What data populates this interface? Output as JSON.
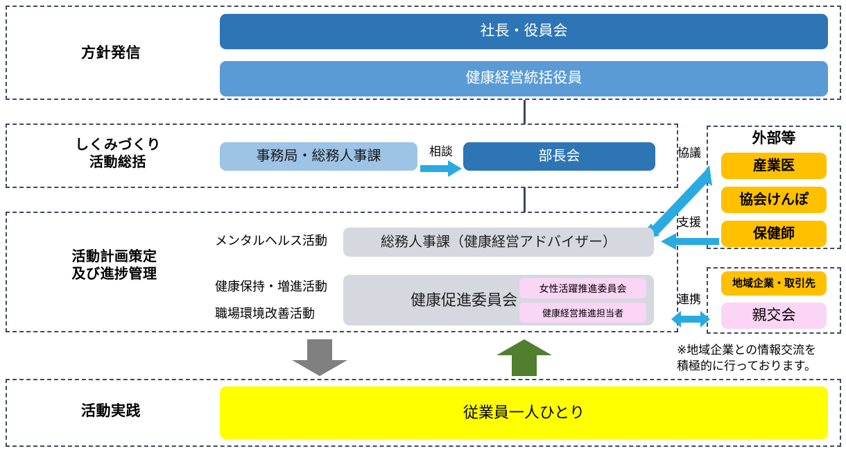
{
  "diagram": {
    "title_rows": [
      {
        "name": "policy",
        "label": "方針発信"
      },
      {
        "name": "system-building",
        "label": "しくみづくり\n活動総括"
      },
      {
        "name": "planning",
        "label": "活動計画策定\n及び進捗管理"
      },
      {
        "name": "practice",
        "label": "活動実践"
      }
    ],
    "policy_row": {
      "boxes": [
        {
          "name": "president-board",
          "label": "社長・役員会",
          "color": "#2e75b6"
        },
        {
          "name": "health-mgmt-officer",
          "label": "健康経営統括役員",
          "color": "#5b9bd5"
        }
      ]
    },
    "system_row": {
      "secretariat": {
        "label": "事務局・総務人事課",
        "color": "#9dc3e6"
      },
      "arrow_label": "相談",
      "managers_meeting": {
        "label": "部長会",
        "color": "#2e75b6"
      }
    },
    "planning_row": {
      "activity_labels": [
        "メンタルヘルス活動",
        "健康保持・増進活動",
        "職場環境改善活動"
      ],
      "hr_advisor": {
        "label": "総務人事課（健康経営アドバイザー）",
        "color": "#d6d8e0"
      },
      "promotion_committee": {
        "label": "健康促進委員会",
        "color": "#d6d8e0"
      },
      "sub_committees": [
        {
          "label": "女性活躍推進委員会",
          "color": "#fbd5f5"
        },
        {
          "label": "健康経営推進担当者",
          "color": "#fbd5f5"
        }
      ]
    },
    "practice_row": {
      "employees": {
        "label": "従業員一人ひとり",
        "color": "#ffff00"
      }
    },
    "external": {
      "heading": "外部等",
      "items": [
        {
          "label": "産業医",
          "color": "#ffc000"
        },
        {
          "label": "協会けんぽ",
          "color": "#ffc000"
        },
        {
          "label": "保健師",
          "color": "#ffc000"
        }
      ]
    },
    "partners": {
      "items": [
        {
          "label": "地域企業・取引先",
          "color": "#ffc000"
        },
        {
          "label": "親交会",
          "color": "#fbd5f5"
        }
      ]
    },
    "connector_labels": {
      "consult": "協議",
      "support": "支援",
      "cooperate": "連携"
    },
    "footnote": "※地域企業との情報交流を\n積極的に行っております。",
    "colors": {
      "arrow_cyan": "#29abe2",
      "arrow_gray": "#808080",
      "arrow_green": "#4f7f2f",
      "frame_dash": "#3f4a5a"
    }
  }
}
